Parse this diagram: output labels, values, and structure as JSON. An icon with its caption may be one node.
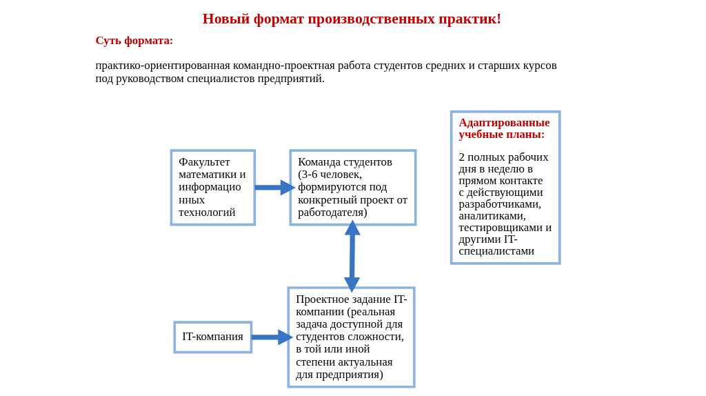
{
  "diagram": {
    "title": "Новый формат производственных практик!",
    "nodes": [
      {
        "text": [
          "Факультет математики и информацио нных технологий"
        ]
      },
      {
        "text": [
          "Команда студентов (3-6 человек, формируются под конкретный проект от работодателя)"
        ]
      },
      {
        "text": [
          "Проектное задание IT-компании (реальная задача доступной для студентов сложности, в той или иной степени актуальная для предприятия)"
        ]
      },
      {
        "text": [
          "IT-компания"
        ]
      },
      {
        "text": [
          "Адаптированные учебные планы:",
          "2 полных рабочих дня в неделю в прямом контакте с действующими разработчиками, аналитиками, тестировщиками и другими IT-специалистами"
        ]
      }
    ],
    "edges": [
      {
        "from": 0,
        "to": 1,
        "arrow": "to"
      },
      {
        "from": 1,
        "to": 2,
        "arrow": "both"
      },
      {
        "from": 3,
        "to": 2,
        "arrow": "to"
      }
    ],
    "labels": [
      "Суть формата:",
      "практико-ориентированная командно-проектная работа студентов средних и старших курсов под руководством специалистов предприятий."
    ]
  }
}
